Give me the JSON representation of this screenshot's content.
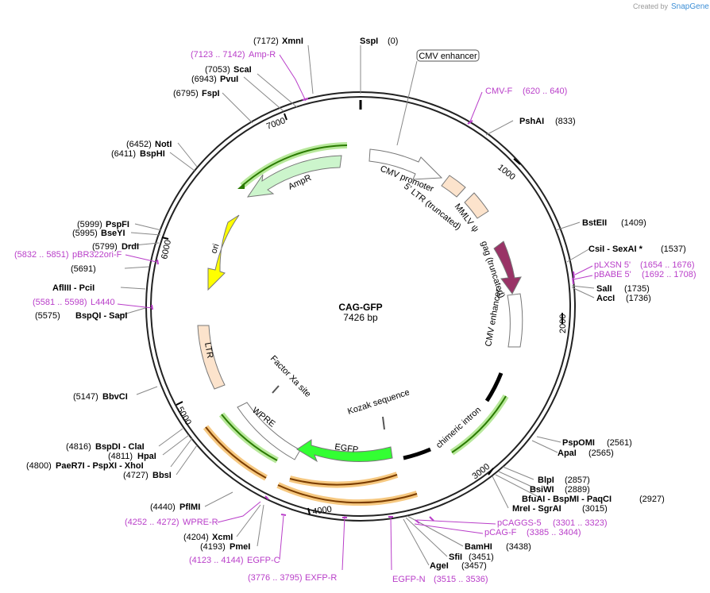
{
  "branding": {
    "created_by": "Created by",
    "brand": "SnapGene"
  },
  "plasmid": {
    "name": "CAG-GFP",
    "length": "7426 bp"
  },
  "sites": [
    {
      "name": "SspI",
      "pos": "(0)"
    },
    {
      "name": "XmnI",
      "pos": "(7172)"
    },
    {
      "name": "ScaI",
      "pos": "(7053)"
    },
    {
      "name": "PvuI",
      "pos": "(6943)"
    },
    {
      "name": "FspI",
      "pos": "(6795)"
    },
    {
      "name": "NotI",
      "pos": "(6452)"
    },
    {
      "name": "BspHI",
      "pos": "(6411)"
    },
    {
      "name": "PspFI",
      "pos": "(5999)"
    },
    {
      "name": "BseYI",
      "pos": "(5995)"
    },
    {
      "name": "DrdI",
      "pos": "(5799)"
    },
    {
      "name": "AflIII - PciI",
      "pos": "(5691)"
    },
    {
      "name": "BspQI - SapI",
      "pos": "(5575)"
    },
    {
      "name": "BbvCI",
      "pos": "(5147)"
    },
    {
      "name": "BspDI - ClaI",
      "pos": "(4816)"
    },
    {
      "name": "HpaI",
      "pos": "(4811)"
    },
    {
      "name": "PaeR7I - PspXI - XhoI",
      "pos": "(4800)"
    },
    {
      "name": "BbsI",
      "pos": "(4727)"
    },
    {
      "name": "PflMI",
      "pos": "(4440)"
    },
    {
      "name": "XcmI",
      "pos": "(4204)"
    },
    {
      "name": "PmeI",
      "pos": "(4193)"
    },
    {
      "name": "PshAI",
      "pos": "(833)"
    },
    {
      "name": "BstEII",
      "pos": "(1409)"
    },
    {
      "name": "CsiI - SexAI *",
      "pos": "(1537)"
    },
    {
      "name": "SalI",
      "pos": "(1735)"
    },
    {
      "name": "AccI",
      "pos": "(1736)"
    },
    {
      "name": "PspOMI",
      "pos": "(2561)"
    },
    {
      "name": "ApaI",
      "pos": "(2565)"
    },
    {
      "name": "BlpI",
      "pos": "(2857)"
    },
    {
      "name": "BsiWI",
      "pos": "(2889)"
    },
    {
      "name": "BfuAI - BspMI - PaqCI",
      "pos": "(2927)"
    },
    {
      "name": "MreI - SgrAI",
      "pos": "(3015)"
    },
    {
      "name": "BamHI",
      "pos": "(3438)"
    },
    {
      "name": "SfiI",
      "pos": "(3451)"
    },
    {
      "name": "AgeI",
      "pos": "(3457)"
    }
  ],
  "primers": [
    {
      "name": "Amp-R",
      "range": "(7123 .. 7142)"
    },
    {
      "name": "pBR322ori-F",
      "range": "(5832 .. 5851)"
    },
    {
      "name": "L4440",
      "range": "(5581 .. 5598)"
    },
    {
      "name": "WPRE-R",
      "range": "(4252 .. 4272)"
    },
    {
      "name": "EGFP-C",
      "range": "(4123 .. 4144)"
    },
    {
      "name": "EXFP-R",
      "range": "(3776 .. 3795)"
    },
    {
      "name": "EGFP-N",
      "range": "(3515 .. 3536)"
    },
    {
      "name": "CMV-F",
      "range": "(620 .. 640)"
    },
    {
      "name": "pLXSN 5'",
      "range": "(1654 .. 1676)"
    },
    {
      "name": "pBABE 5'",
      "range": "(1692 .. 1708)"
    },
    {
      "name": "pCAGGS-5",
      "range": "(3301 .. 3323)"
    },
    {
      "name": "pCAG-F",
      "range": "(3385 .. 3404)"
    }
  ],
  "features": {
    "cmv_enhancer_top": "CMV enhancer",
    "cmv_promoter": "CMV promoter",
    "ltr_5": "5' LTR (truncated)",
    "mmlv": "MMLV ψ",
    "gag": "gag (truncated)",
    "cmv_enhancer_2": "CMV enhancer",
    "chimeric_intron": "chimeric intron",
    "kozak": "Kozak sequence",
    "egfp": "EGFP",
    "wpre": "WPRE",
    "factor_xa": "Factor Xa site",
    "ltr": "LTR",
    "ori": "ori",
    "ampr": "AmpR"
  },
  "ticks": [
    "1000",
    "2000",
    "3000",
    "4000",
    "5000",
    "6000",
    "7000"
  ],
  "colors": {
    "ampr": "#ccf5cc",
    "ori": "#ffff00",
    "egfp": "#33ff33",
    "gag": "#993366",
    "ltr": "#fce3cc",
    "primer": "#b93ec9",
    "orf_highlight": "#b7e89a"
  }
}
